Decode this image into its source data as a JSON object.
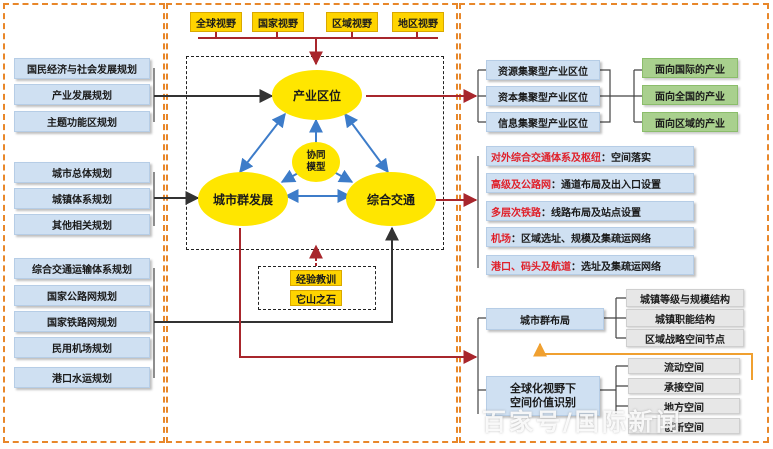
{
  "left": {
    "group1": [
      "国民经济与社会发展规划",
      "产业发展规划",
      "主题功能区规划"
    ],
    "group2": [
      "城市总体规划",
      "城镇体系规划",
      "其他相关规划"
    ],
    "group3": [
      "综合交通运输体系规划",
      "国家公路网规划",
      "国家铁路网规划",
      "民用机场规划",
      "港口水运规划"
    ]
  },
  "center": {
    "vision": [
      "全球视野",
      "国家视野",
      "区域视野",
      "地区视野"
    ],
    "industry": "产业区位",
    "city_cluster": "城市群发展",
    "transport": "综合交通",
    "model_line1": "协同",
    "model_line2": "模型",
    "lessons": "经验教训",
    "other_stones": "它山之石"
  },
  "right": {
    "zones": [
      "资源集聚型产业区位",
      "资本集聚型产业区位",
      "信息集聚型产业区位"
    ],
    "orientation": [
      "面向国际的产业",
      "面向全国的产业",
      "面向区域的产业"
    ],
    "transport_items": [
      {
        "red": "对外综合交通体系及枢纽",
        "black": "：空间落实"
      },
      {
        "red": "高级及公路网",
        "black": "：通道布局及出入口设置"
      },
      {
        "red": "多层次铁路",
        "black": "：线路布局及站点设置"
      },
      {
        "red": "机场",
        "black": "：区域选址、规模及集疏运网络"
      },
      {
        "red": "港口、码头及航道",
        "black": "：选址及集疏运网络"
      }
    ],
    "city_layout": "城市群布局",
    "city_layout_items": [
      "城镇等级与规模结构",
      "城镇职能结构",
      "区域战略空间节点"
    ],
    "global_value_line1": "全球化视野下",
    "global_value_line2": "空间价值识别",
    "space_items": [
      "流动空间",
      "承接空间",
      "地方空间",
      "创新空间"
    ]
  },
  "watermark": "百家号/国际新闻",
  "colors": {
    "panel_border": "#e8872a",
    "ellipse": "#ffe600",
    "arrow_red": "#a8262c",
    "arrow_blue": "#3d7cc9",
    "arrow_orange": "#f0a030"
  }
}
